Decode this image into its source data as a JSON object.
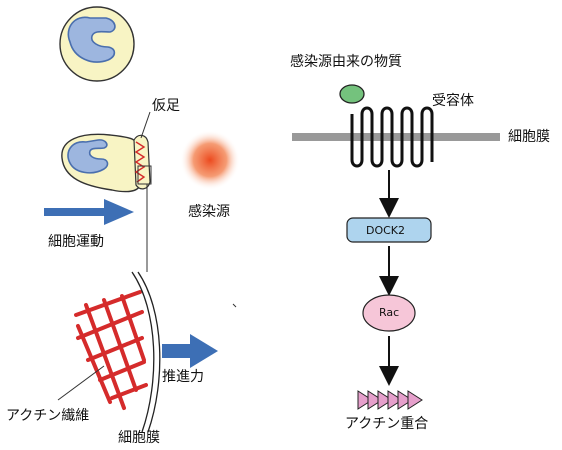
{
  "left_panel": {
    "pseudopod_label": "仮足",
    "pathogen_label": "感染源",
    "cell_motility_label": "細胞運動",
    "actin_fiber_label": "アクチン繊維",
    "membrane_label": "細胞膜",
    "propulsion_label": "推進力"
  },
  "right_panel": {
    "ligand_label": "感染源由来の物質",
    "receptor_label": "受容体",
    "membrane_label": "細胞膜",
    "dock2_label": "DOCK2",
    "rac_label": "Rac",
    "actin_polymerization_label": "アクチン重合"
  },
  "colors": {
    "cell_fill": "#f8f4c4",
    "nucleus_fill": "#9db6df",
    "nucleus_stroke": "#4a6fae",
    "pathogen": "#ec4a1f",
    "arrow_blue": "#3d6fb5",
    "actin_red": "#d52b2b",
    "membrane_gray": "#999999",
    "ligand_green": "#74c27d",
    "dock2_fill": "#aed4ee",
    "rac_fill": "#f6c6d8",
    "polymer_fill": "#e6a0cc"
  },
  "icons": {
    "ligand": "ligand-blob-icon",
    "receptor": "seven-tm-receptor-icon",
    "arrow": "arrow-down-icon"
  }
}
